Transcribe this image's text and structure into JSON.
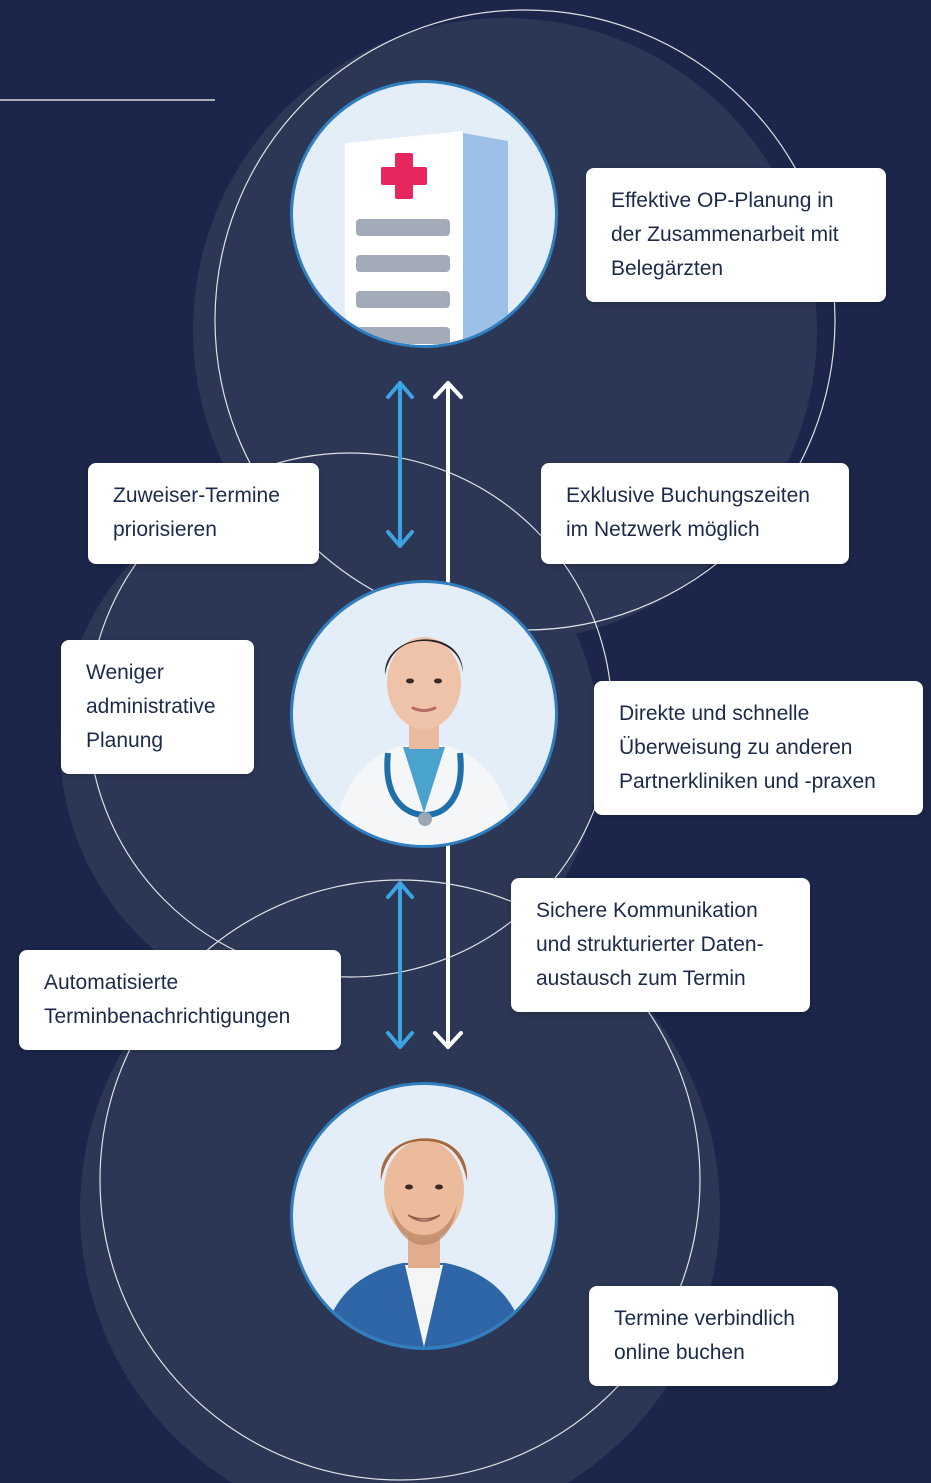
{
  "cards": {
    "op_planung": [
      "Effektive OP-Planung in",
      "der Zusammenarbeit mit",
      "Belegärzten"
    ],
    "zuweiser": [
      "Zuweiser-Termine",
      "priorisieren"
    ],
    "buchungszeiten": [
      "Exklusive Buchungszeiten",
      "im Netzwerk möglich"
    ],
    "weniger": [
      "Weniger",
      "administrative",
      "Planung"
    ],
    "ueberweisung": [
      "Direkte und schnelle",
      "Überweisung zu anderen",
      "Partnerkliniken und -praxen"
    ],
    "kommunikation": [
      "Sichere Kommunikation",
      "und strukturierter Daten-",
      "austausch zum Termin"
    ],
    "benachrichtigungen": [
      "Automatisierte",
      "Terminbenachrichtigungen"
    ],
    "buchen": [
      "Termine verbindlich",
      "online buchen"
    ]
  },
  "icons": {
    "hospital": "hospital-building-icon",
    "doctor": "doctor-portrait",
    "patient": "patient-portrait"
  },
  "colors": {
    "background": "#1b264a",
    "circle_fill": "#2c3756",
    "arrow_blue": "#3aa3e0",
    "arrow_white": "#ffffff",
    "cross_red": "#e8265e",
    "avatar_bg": "#e3eef9"
  }
}
